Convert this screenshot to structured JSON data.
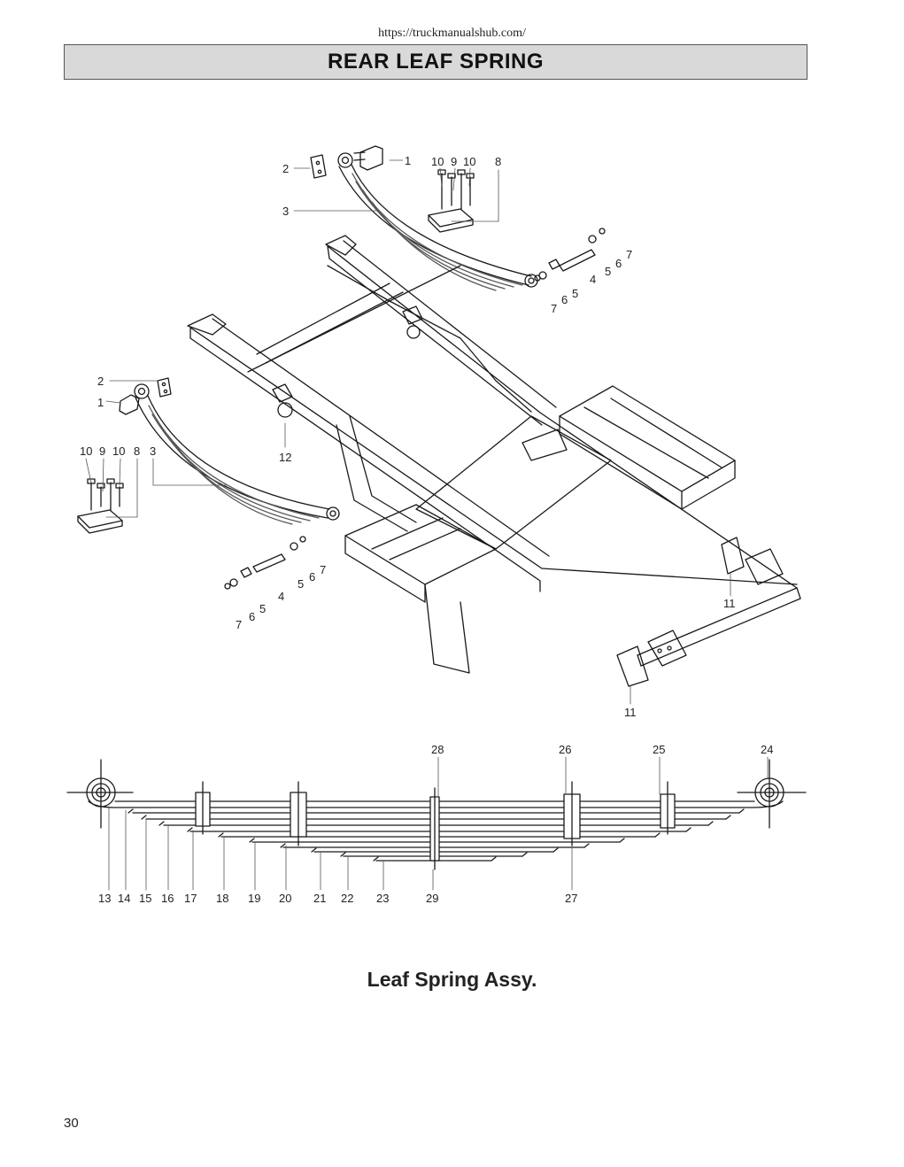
{
  "header": {
    "url": "https://truckmanualshub.com/",
    "title": "REAR LEAF SPRING"
  },
  "caption": "Leaf Spring Assy.",
  "page_number": "30",
  "callouts": {
    "upper_assembly": [
      "1",
      "2",
      "3",
      "10",
      "9",
      "10",
      "8",
      "7",
      "6",
      "5",
      "4",
      "5",
      "6",
      "7"
    ],
    "frame": [
      "12",
      "11",
      "11"
    ],
    "left_assembly": [
      "2",
      "1",
      "10",
      "9",
      "10",
      "8",
      "3",
      "7",
      "6",
      "5",
      "4",
      "5",
      "6",
      "7"
    ],
    "leaf_spring_top": [
      "28",
      "26",
      "25",
      "24"
    ],
    "leaf_spring_bottom": [
      "13",
      "14",
      "15",
      "16",
      "17",
      "18",
      "19",
      "20",
      "21",
      "22",
      "23",
      "29",
      "27"
    ]
  }
}
